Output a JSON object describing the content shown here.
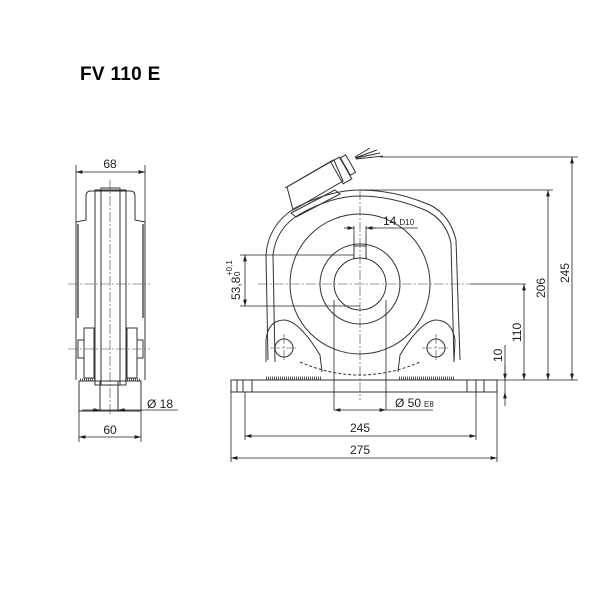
{
  "title": "FV 110 E",
  "side_view": {
    "width_top": "68",
    "width_base": "60",
    "hole_diameter": "Ø 18"
  },
  "front_view": {
    "keyway_width": "14",
    "keyway_tolerance": "D10",
    "keyway_depth": "53,8",
    "keyway_depth_tol_upper": "+0,1",
    "keyway_depth_tol_lower": "0",
    "bore_diameter": "Ø 50",
    "bore_tolerance": "E8",
    "hole_spacing": "245",
    "base_length": "275",
    "base_height": "10",
    "shaft_height": "110",
    "body_height": "206",
    "total_height": "245"
  }
}
